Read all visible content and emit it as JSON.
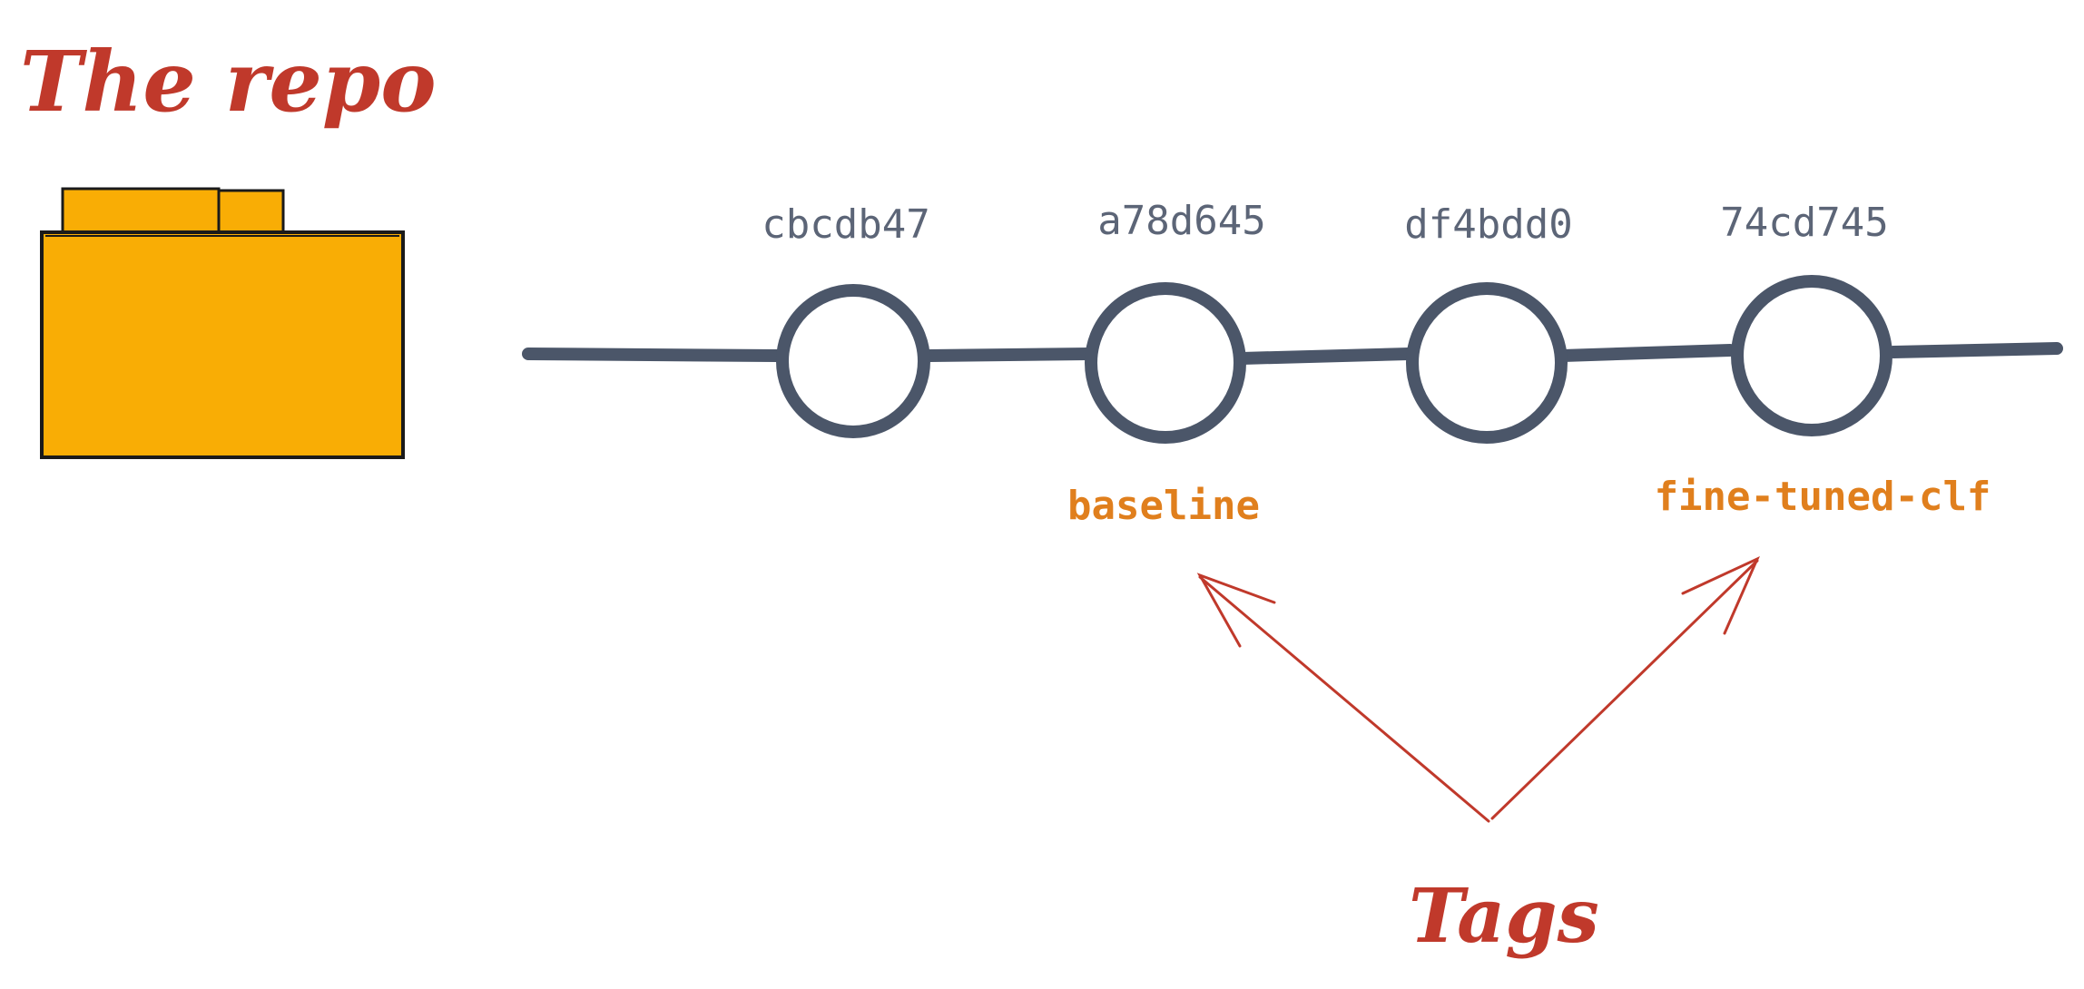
{
  "title": "The repo",
  "commits": [
    {
      "hash": "cbcdb47",
      "tag": ""
    },
    {
      "hash": "a78d645",
      "tag": "baseline"
    },
    {
      "hash": "df4bdd0",
      "tag": ""
    },
    {
      "hash": "74cd745",
      "tag": "fine-tuned-clf"
    }
  ],
  "annotation": "Tags",
  "colors": {
    "accent_red": "#c0392b",
    "folder": "#f9ad05",
    "line": "#4b5669",
    "hash_text": "#5c6577",
    "tag_text": "#e07f1d"
  }
}
